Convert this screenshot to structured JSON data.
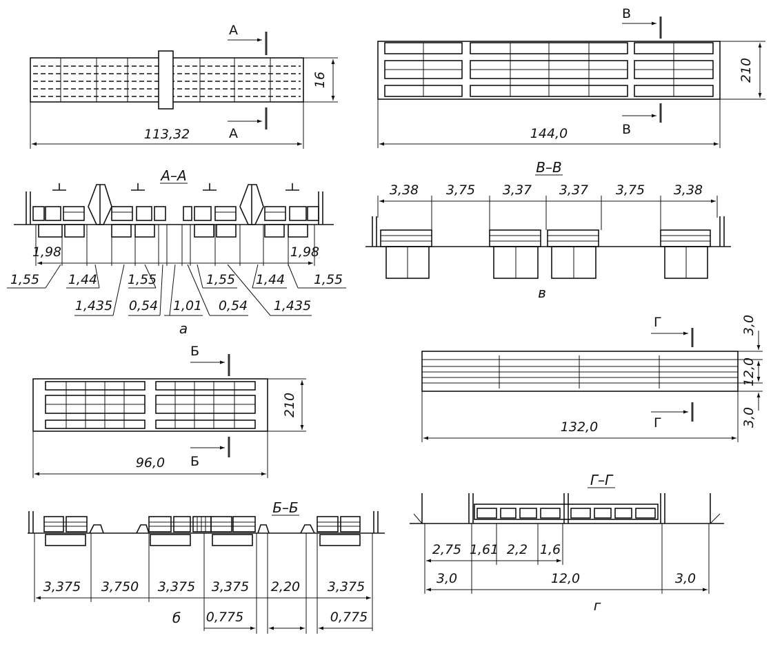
{
  "views": {
    "a_plan": {
      "length": "113,32",
      "width": "16",
      "cut_letter": "А"
    },
    "v_plan": {
      "length": "144,0",
      "width": "210",
      "cut_letter": "В"
    },
    "b_plan": {
      "length": "96,0",
      "width": "210",
      "cut_letter": "Б"
    },
    "g_plan": {
      "length": "132,0",
      "top": "3,0",
      "middle": "12,0",
      "bottom": "3,0",
      "cut_letter": "Г"
    }
  },
  "sections": {
    "aa": {
      "title": "А–А",
      "label": "а",
      "dims": [
        "1,98",
        "1,98",
        "1,55",
        "1,44",
        "1,55",
        "1,55",
        "1,44",
        "1,55",
        "1,435",
        "0,54",
        "1,01",
        "0,54",
        "1,435"
      ]
    },
    "vv": {
      "title": "В–В",
      "label": "в",
      "dims": [
        "3,38",
        "3,75",
        "3,37",
        "3,37",
        "3,75",
        "3,38"
      ]
    },
    "bb": {
      "title": "Б–Б",
      "label": "б",
      "dims": [
        "3,375",
        "3,750",
        "3,375",
        "3,375",
        "2,20",
        "3,375"
      ],
      "dims_lower": [
        "0,775",
        "0,775"
      ]
    },
    "gg": {
      "title": "Г–Г",
      "label": "г",
      "dims": [
        "2,75",
        "1,61",
        "2,2",
        "1,6"
      ],
      "dims_lower": [
        "3,0",
        "12,0",
        "3,0"
      ]
    }
  }
}
